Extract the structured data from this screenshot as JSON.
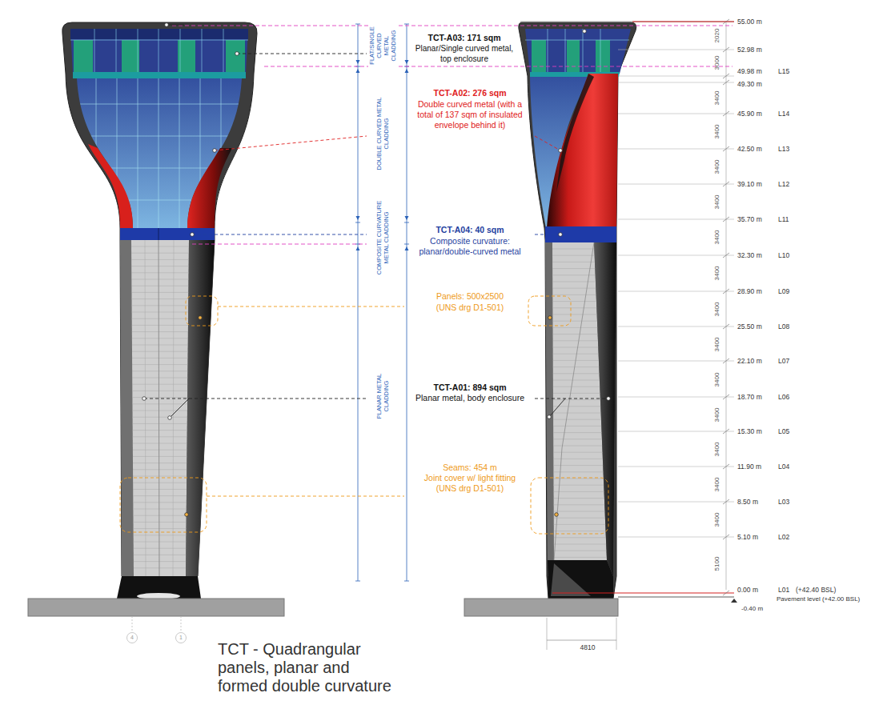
{
  "diagram": {
    "caption": "TCT - Quadrangular panels, planar and formed double curvature",
    "labels": [
      "FLAT/SINGLE CURVED METAL CLADDING",
      "DOUBLE CURVED METAL CLADDING",
      "COMPOSITE CURVATURE METAL CLADDING",
      "PLANAR METAL CLADDING",
      "TCT-A03: 171 sqm",
      "Planar/Single curved metal, top enclosure",
      "TCT-A02: 276 sqm",
      "Double curved metal (with a total of 137 sqm of insulated envelope behind it)",
      "TCT-A04: 40 sqm",
      "Composite curvature: planar/double-curved metal",
      "Panels: 500x2500",
      "(UNS drg D1-501)",
      "TCT-A01: 894 sqm",
      "Planar metal, body enclosure",
      "Seams: 454 m",
      "Joint cover w/ light fitting",
      "(UNS drg D1-501)",
      "55.00 m",
      "52.98 m",
      "49.98 m",
      "L15",
      "49.30 m",
      "45.90 m",
      "L14",
      "42.50 m",
      "L13",
      "39.10 m",
      "L12",
      "35.70 m",
      "L11",
      "32.30 m",
      "L10",
      "28.90 m",
      "L09",
      "25.50 m",
      "L08",
      "22.10 m",
      "L07",
      "18.70 m",
      "L06",
      "15.30 m",
      "L05",
      "11.90 m",
      "L04",
      "8.50 m",
      "L03",
      "5.10 m",
      "L02",
      "0.00 m",
      "L01",
      "(+42.40 BSL)",
      "Pavement level (+42.00 BSL)",
      "-0.40 m",
      "2020",
      "3000",
      "3400",
      "3400",
      "3400",
      "3400",
      "3400",
      "3400",
      "3400",
      "3400",
      "3400",
      "3400",
      "3400",
      "3400",
      "3400",
      "5100",
      "4810",
      "4",
      "1"
    ]
  }
}
